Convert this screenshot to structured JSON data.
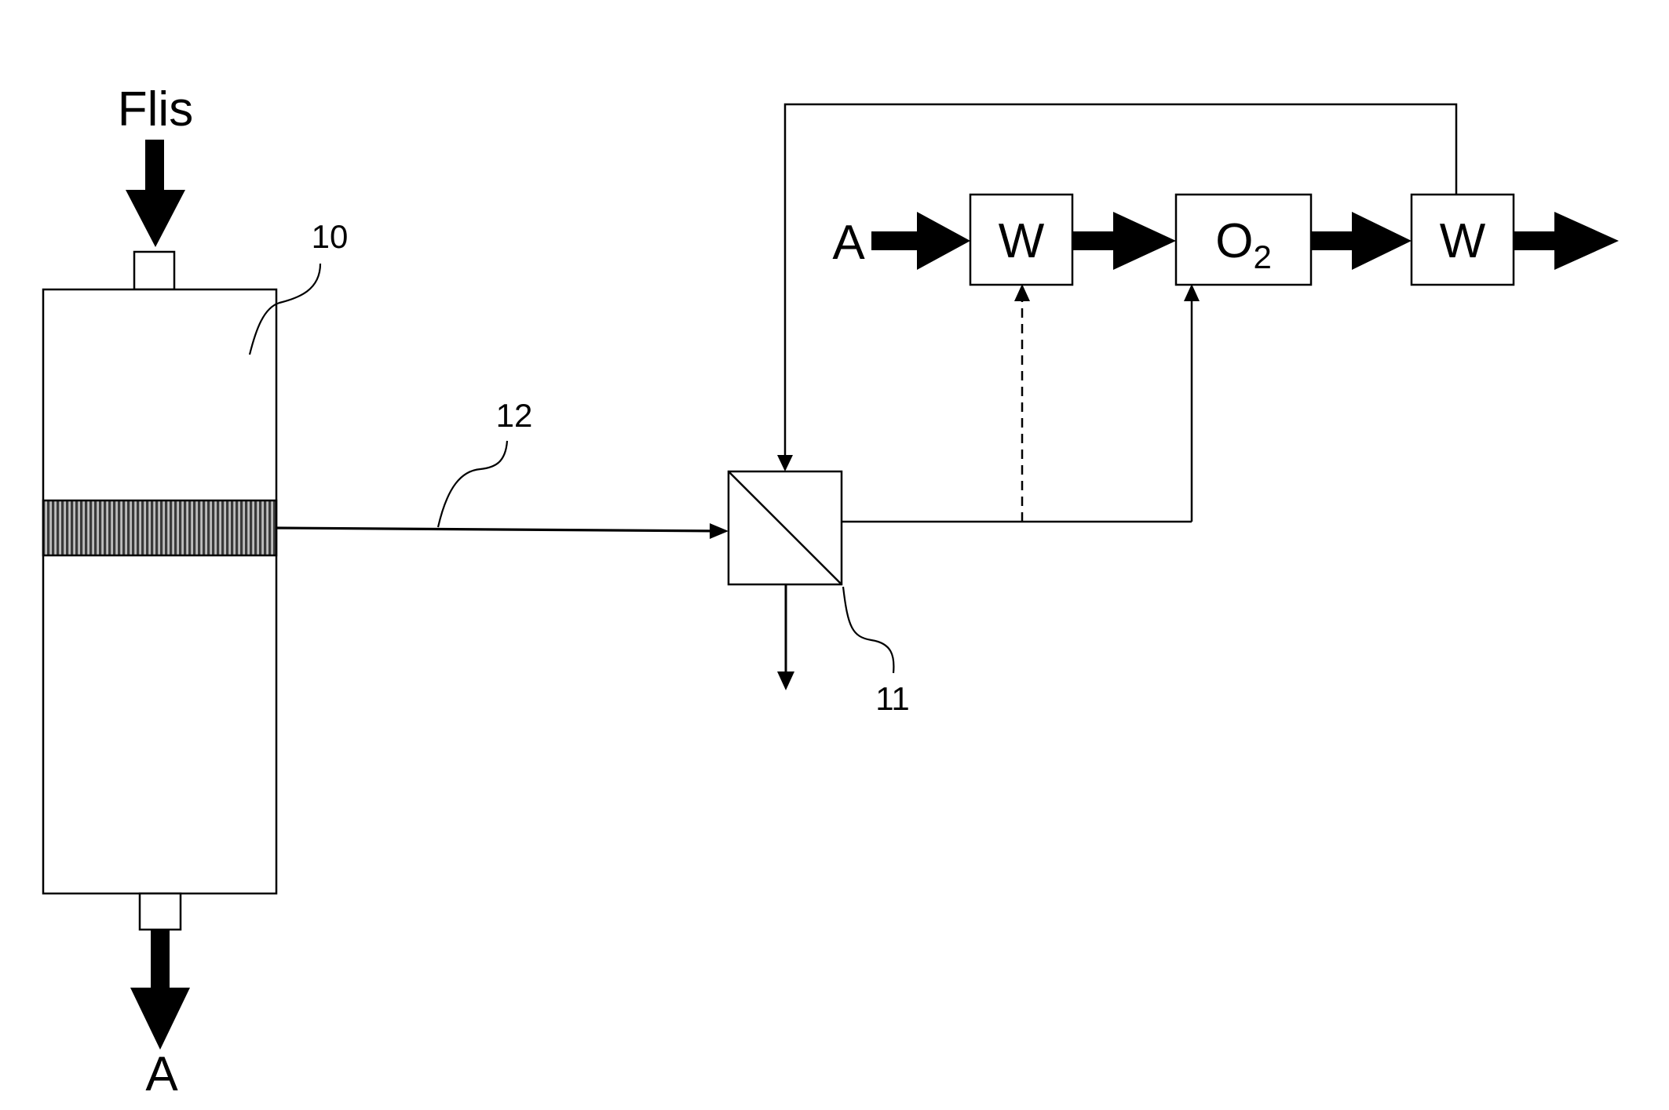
{
  "labels": {
    "input_material": "Flis",
    "reactor_number": "10",
    "line_number": "12",
    "separator_number": "11",
    "inlet_stream": "A",
    "bottom_output": "A",
    "box_first": "W",
    "box_middle_main": "O",
    "box_middle_sub": "2",
    "box_last": "W"
  },
  "colors": {
    "stroke": "#000000",
    "band_dark": "#3a3a3a",
    "band_light": "#bdbdbd"
  }
}
